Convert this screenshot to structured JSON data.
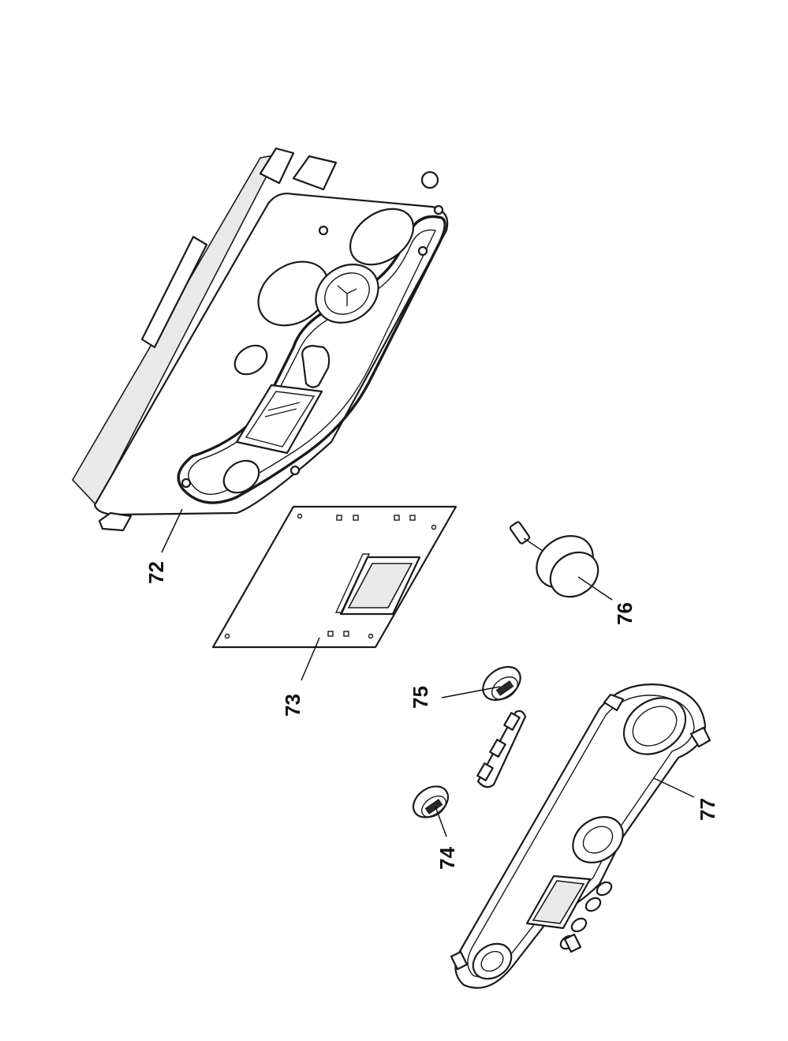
{
  "callouts": {
    "c72": "72",
    "c73": "73",
    "c74": "74",
    "c75": "75",
    "c76": "76",
    "c77": "77"
  }
}
